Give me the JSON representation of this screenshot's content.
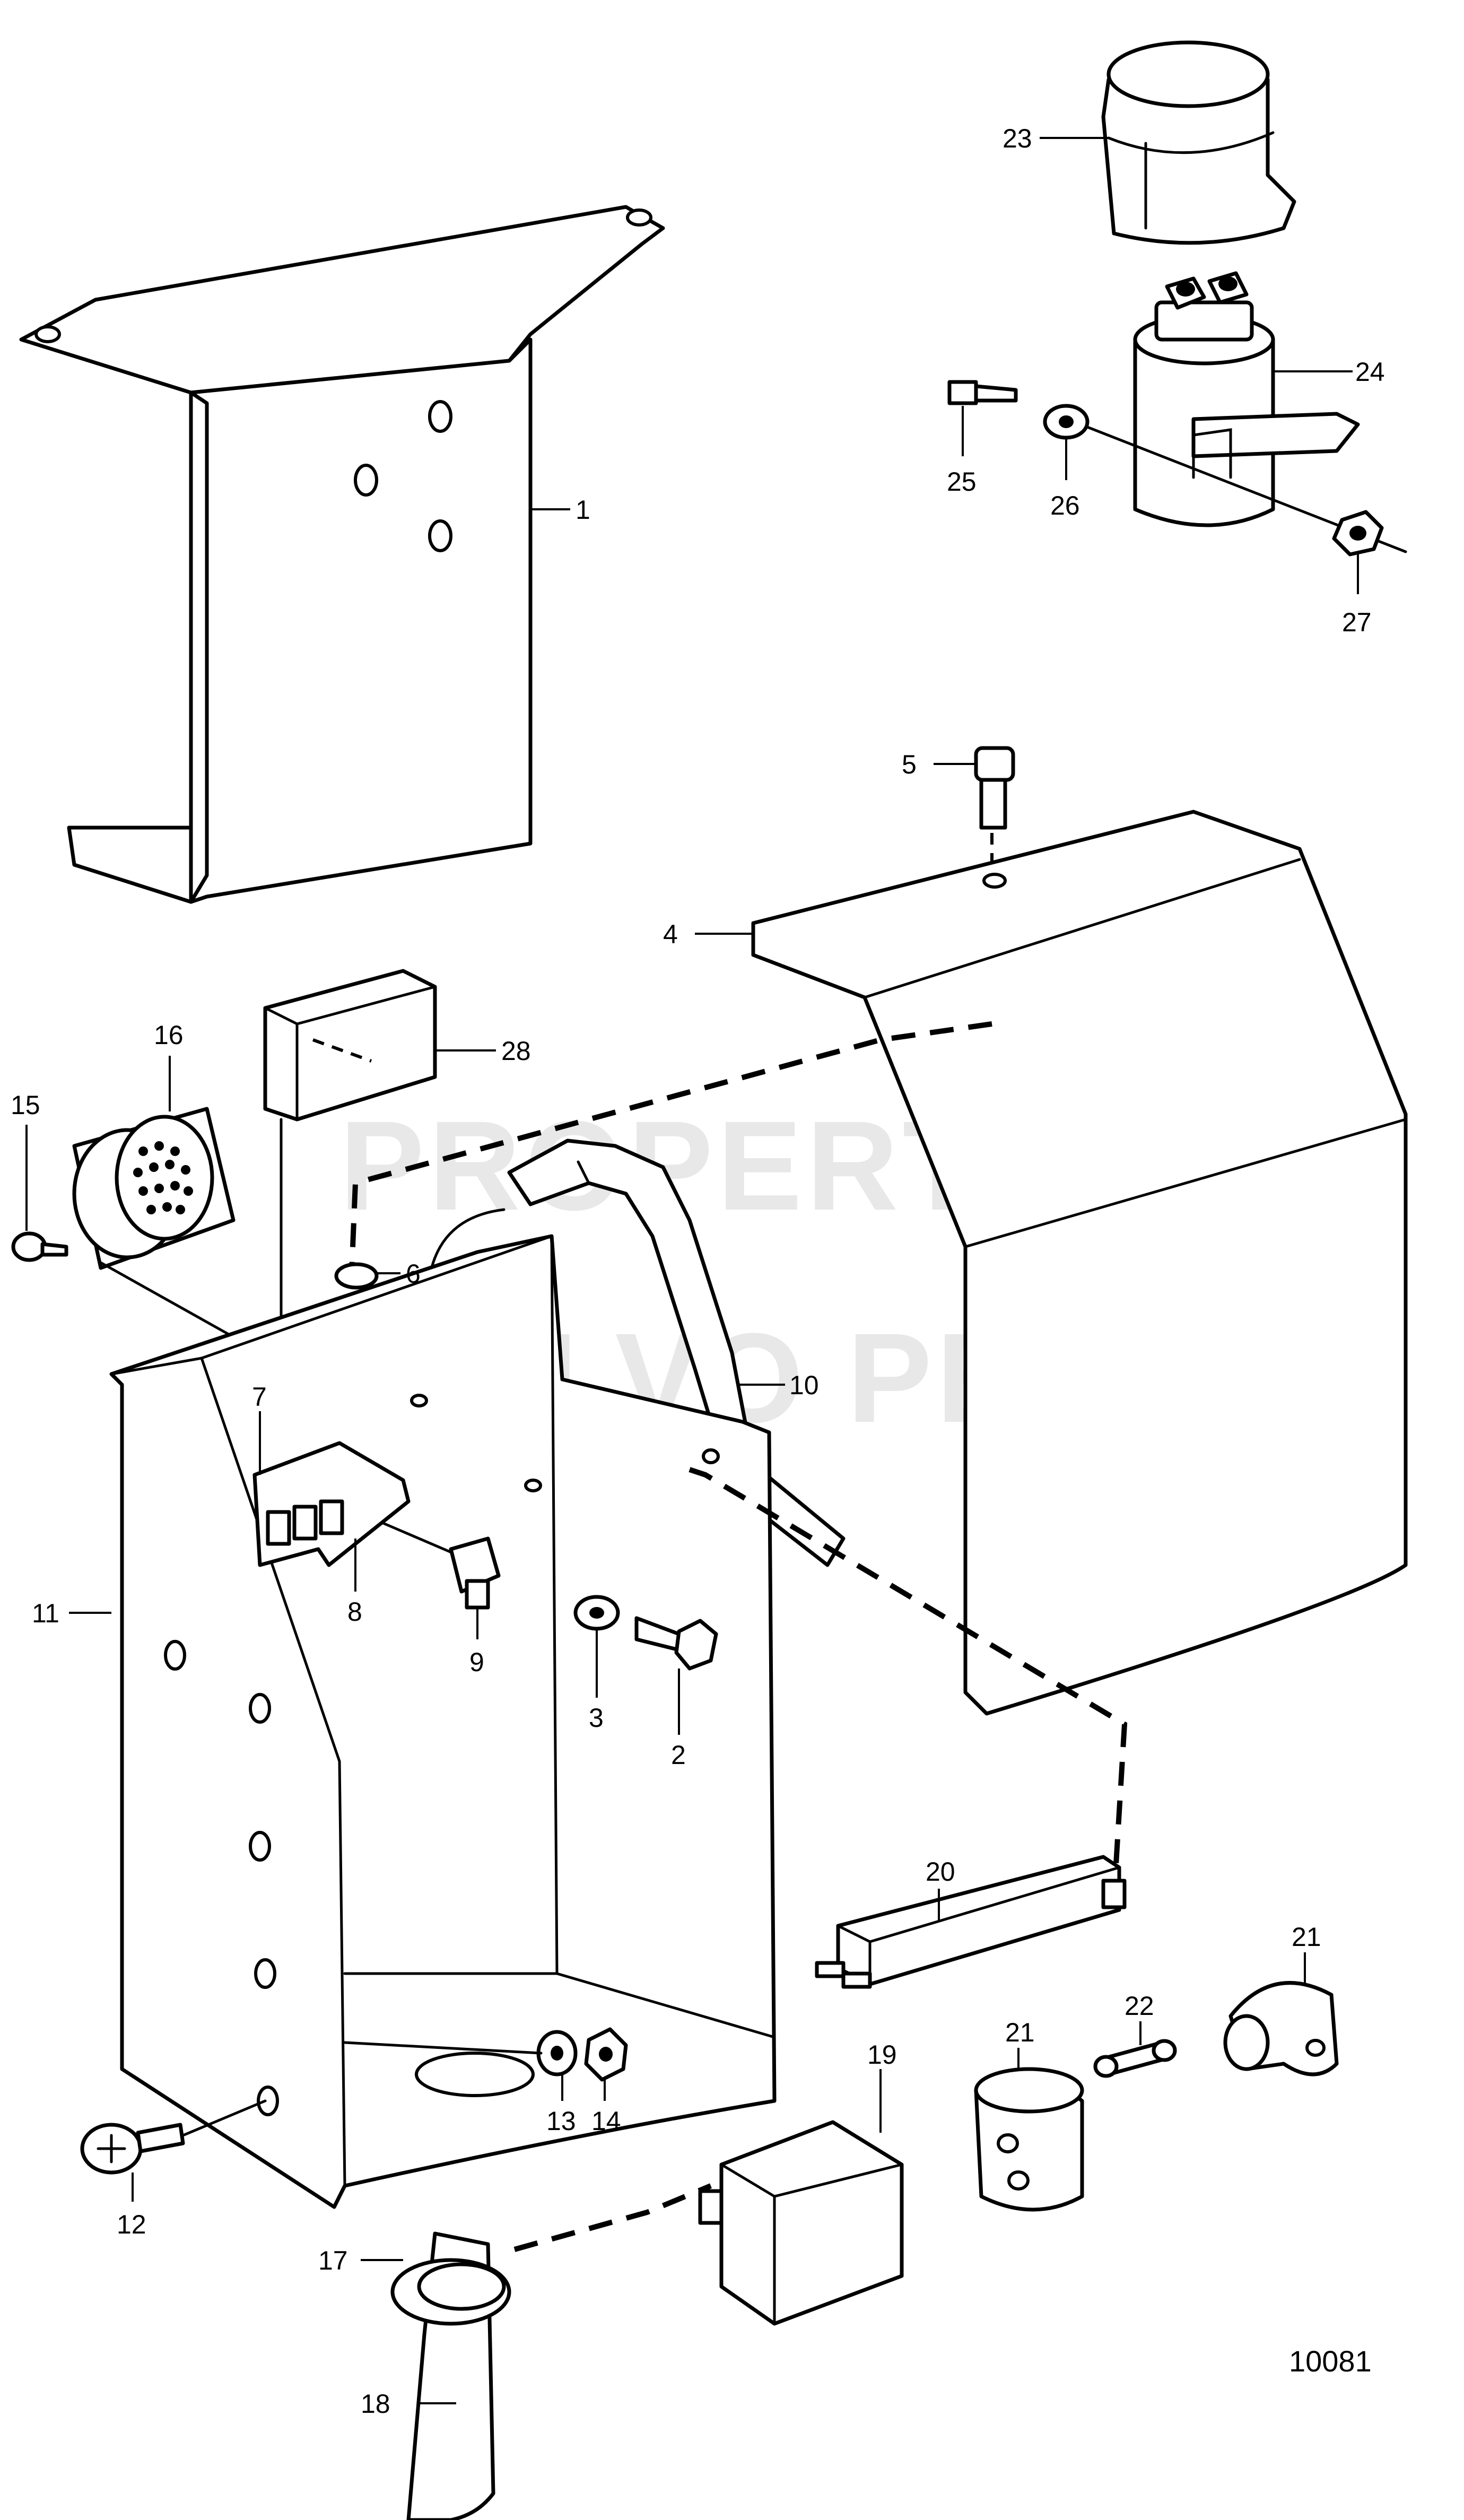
{
  "watermark": {
    "line1": "PROPERTY OF",
    "line2": "VOLVO PENTA"
  },
  "drawing_number": "10081",
  "callouts": {
    "p1": "1",
    "p2": "2",
    "p3": "3",
    "p4": "4",
    "p5": "5",
    "p6": "6",
    "p7": "7",
    "p8": "8",
    "p9": "9",
    "p10": "10",
    "p11": "11",
    "p12": "12",
    "p13": "13",
    "p14": "14",
    "p15": "15",
    "p16": "16",
    "p17": "17",
    "p18": "18",
    "p19": "19",
    "p20": "20",
    "p21a": "21",
    "p21b": "21",
    "p22": "22",
    "p23": "23",
    "p24": "24",
    "p25": "25",
    "p26": "26",
    "p27": "27",
    "p28": "28"
  }
}
